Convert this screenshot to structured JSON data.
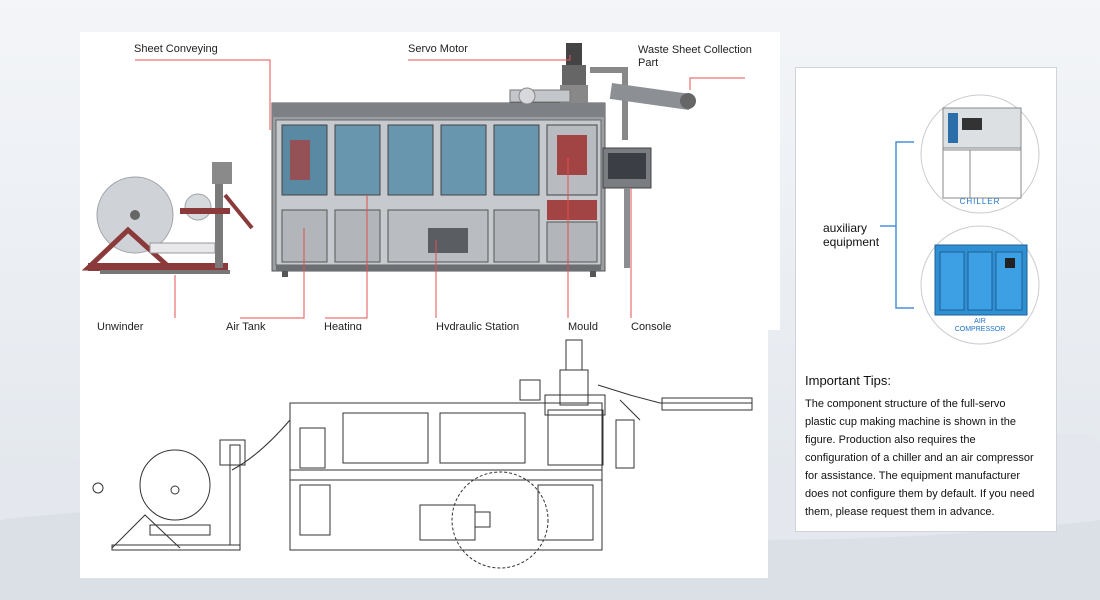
{
  "labels": {
    "sheet_conveying": "Sheet Conveying",
    "servo_motor": "Servo Motor",
    "waste_sheet": "Waste Sheet Collection\nPart",
    "unwinder": "Unwinder",
    "air_tank": "Air Tank",
    "heating": "Heating",
    "hydraulic_station": "Hydraulic Station",
    "mould": "Mould",
    "console": "Console"
  },
  "aux": {
    "label": "auxiliary\nequipment",
    "chiller": "CHILLER",
    "air_compressor": "AIR\nCOMPRESSOR"
  },
  "tips": {
    "title": "Important Tips:",
    "body": "The component structure of the full-servo\nplastic cup making machine is shown in the\n figure. Production also requires the\nconfiguration of a chiller and an air compressor\n for assistance. The equipment manufacturer\ndoes not configure them by default. If you need\n them, please request them in advance."
  },
  "colors": {
    "callout_line": "#e05050",
    "aux_bracket": "#4a90d9",
    "caption_blue": "#1e73c8",
    "machine_frame": "#6e6e6e",
    "unwinder_red": "#8a3a3a"
  }
}
